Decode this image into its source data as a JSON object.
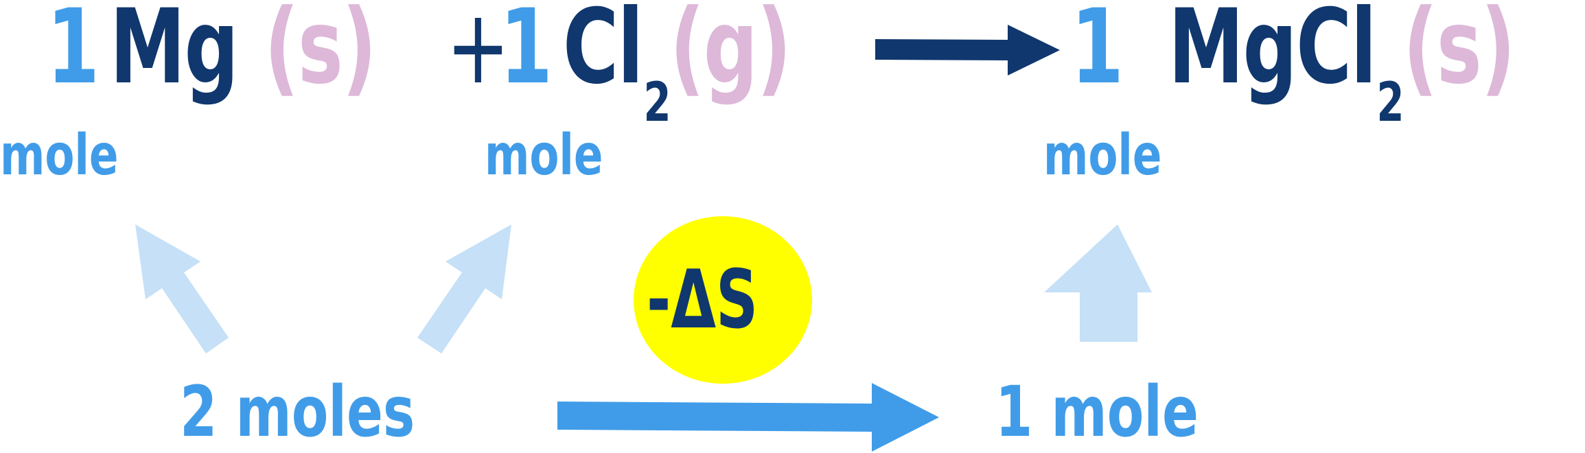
{
  "equation": {
    "reactant1": {
      "coefficient": "1",
      "formula": "Mg",
      "state": "(s)",
      "unit": "mole"
    },
    "plus": "+",
    "reactant2": {
      "coefficient": "1",
      "formula": "Cl",
      "subscript": "2",
      "state": "(g)",
      "unit": "mole"
    },
    "product": {
      "coefficient": "1",
      "formula_main": "MgCl",
      "subscript": "2",
      "state": "(s)",
      "unit": "mole"
    }
  },
  "bottom": {
    "reactant_total": "2 moles",
    "product_total": "1 mole"
  },
  "entropy_badge": {
    "label": "-ΔS",
    "color": "#ffff00"
  },
  "colors": {
    "coefficient": "#409ce8",
    "species": "#10376e",
    "state": "#ddb8d9",
    "light_arrow": "#c5e0f7",
    "main_arrow": "#409ce8",
    "reaction_arrow": "#10376e"
  }
}
